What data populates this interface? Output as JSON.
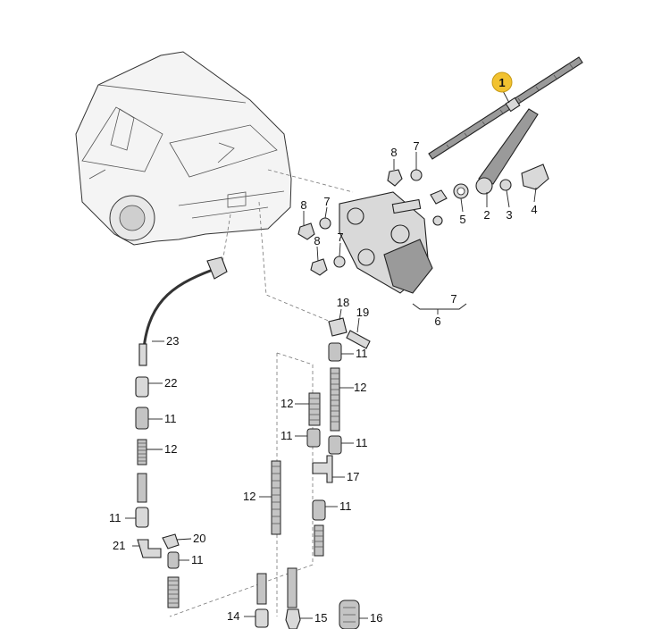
{
  "callouts": [
    {
      "id": "c1",
      "text": "1",
      "highlight": true
    },
    {
      "id": "c2",
      "text": "2"
    },
    {
      "id": "c3",
      "text": "3"
    },
    {
      "id": "c4",
      "text": "4"
    },
    {
      "id": "c5",
      "text": "5"
    },
    {
      "id": "c6",
      "text": "6"
    },
    {
      "id": "c7a",
      "text": "7"
    },
    {
      "id": "c7b",
      "text": "7"
    },
    {
      "id": "c7c",
      "text": "7"
    },
    {
      "id": "c7d",
      "text": "7"
    },
    {
      "id": "c8a",
      "text": "8"
    },
    {
      "id": "c8b",
      "text": "8"
    },
    {
      "id": "c8c",
      "text": "8"
    },
    {
      "id": "c11a",
      "text": "11"
    },
    {
      "id": "c11b",
      "text": "11"
    },
    {
      "id": "c11c",
      "text": "11"
    },
    {
      "id": "c11d",
      "text": "11"
    },
    {
      "id": "c11e",
      "text": "11"
    },
    {
      "id": "c11f",
      "text": "11"
    },
    {
      "id": "c11g",
      "text": "11"
    },
    {
      "id": "c12a",
      "text": "12"
    },
    {
      "id": "c12b",
      "text": "12"
    },
    {
      "id": "c12c",
      "text": "12"
    },
    {
      "id": "c12d",
      "text": "12"
    },
    {
      "id": "c14",
      "text": "14"
    },
    {
      "id": "c15",
      "text": "15"
    },
    {
      "id": "c16",
      "text": "16"
    },
    {
      "id": "c17",
      "text": "17"
    },
    {
      "id": "c18",
      "text": "18"
    },
    {
      "id": "c19",
      "text": "19"
    },
    {
      "id": "c20",
      "text": "20"
    },
    {
      "id": "c21",
      "text": "21"
    },
    {
      "id": "c22",
      "text": "22"
    },
    {
      "id": "c23",
      "text": "23"
    }
  ],
  "colors": {
    "highlight": "#f2c230",
    "line": "#222222",
    "part_fill": "#d9d9d9",
    "leader_dash": "#777777"
  }
}
